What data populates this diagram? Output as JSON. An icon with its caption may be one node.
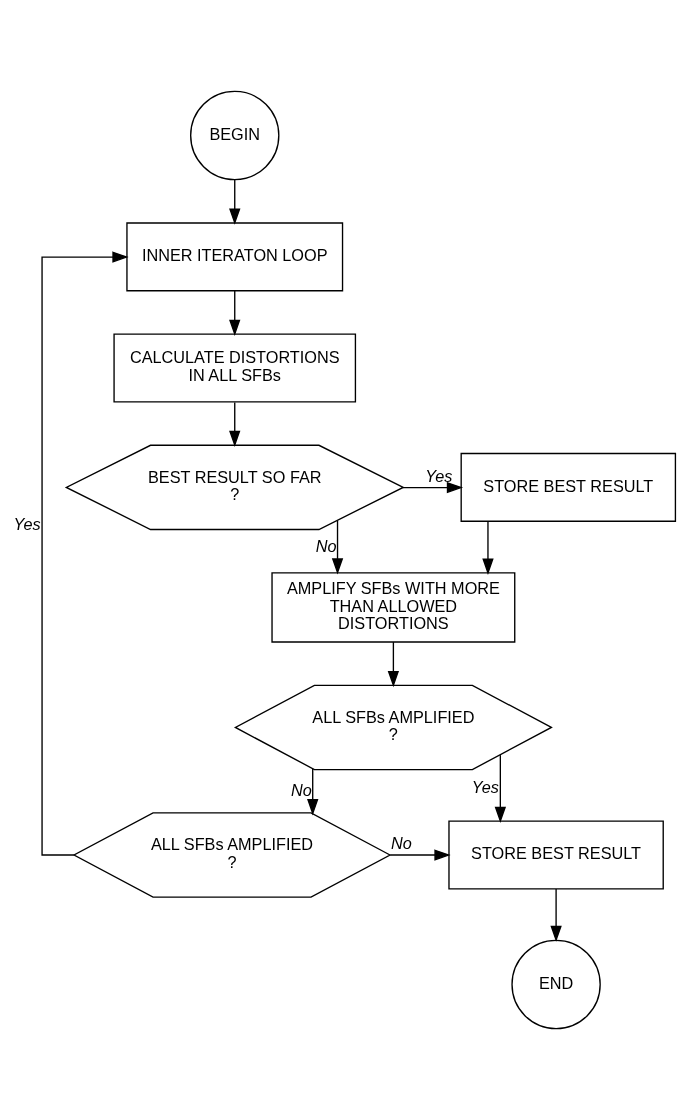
{
  "diagram": {
    "nodes": [
      {
        "text": [
          "BEGIN"
        ]
      },
      {
        "text": [
          "INNER ITERATON LOOP"
        ]
      },
      {
        "text": [
          "CALCULATE DISTORTIONS IN ALL SFBs"
        ]
      },
      {
        "text": [
          "BEST RESULT SO FAR ?"
        ]
      },
      {
        "text": [
          "STORE BEST RESULT"
        ]
      },
      {
        "text": [
          "AMPLIFY SFBs WITH MORE THAN ALLOWED DISTORTIONS"
        ]
      },
      {
        "text": [
          "ALL SFBs AMPLIFIED ?"
        ]
      },
      {
        "text": [
          "ALL SFBs AMPLIFIED ?"
        ]
      },
      {
        "text": [
          "STORE BEST RESULT"
        ]
      },
      {
        "text": [
          "END"
        ]
      }
    ],
    "edges": [
      {
        "from": 0,
        "to": 1,
        "arrow": "to"
      },
      {
        "from": 1,
        "to": 2,
        "arrow": "to"
      },
      {
        "from": 2,
        "to": 3,
        "arrow": "to"
      },
      {
        "from": 3,
        "to": 4,
        "arrow": "to",
        "label": "Yes"
      },
      {
        "from": 3,
        "to": 5,
        "arrow": "to",
        "label": "No"
      },
      {
        "from": 4,
        "to": 5,
        "arrow": "to"
      },
      {
        "from": 5,
        "to": 6,
        "arrow": "to"
      },
      {
        "from": 6,
        "to": 8,
        "arrow": "to",
        "label": "Yes"
      },
      {
        "from": 6,
        "to": 7,
        "arrow": "to",
        "label": "No"
      },
      {
        "from": 7,
        "to": 8,
        "arrow": "to",
        "label": "No"
      },
      {
        "from": 7,
        "to": 1,
        "arrow": "to",
        "label": "Yes"
      },
      {
        "from": 8,
        "to": 9,
        "arrow": "to"
      }
    ]
  }
}
